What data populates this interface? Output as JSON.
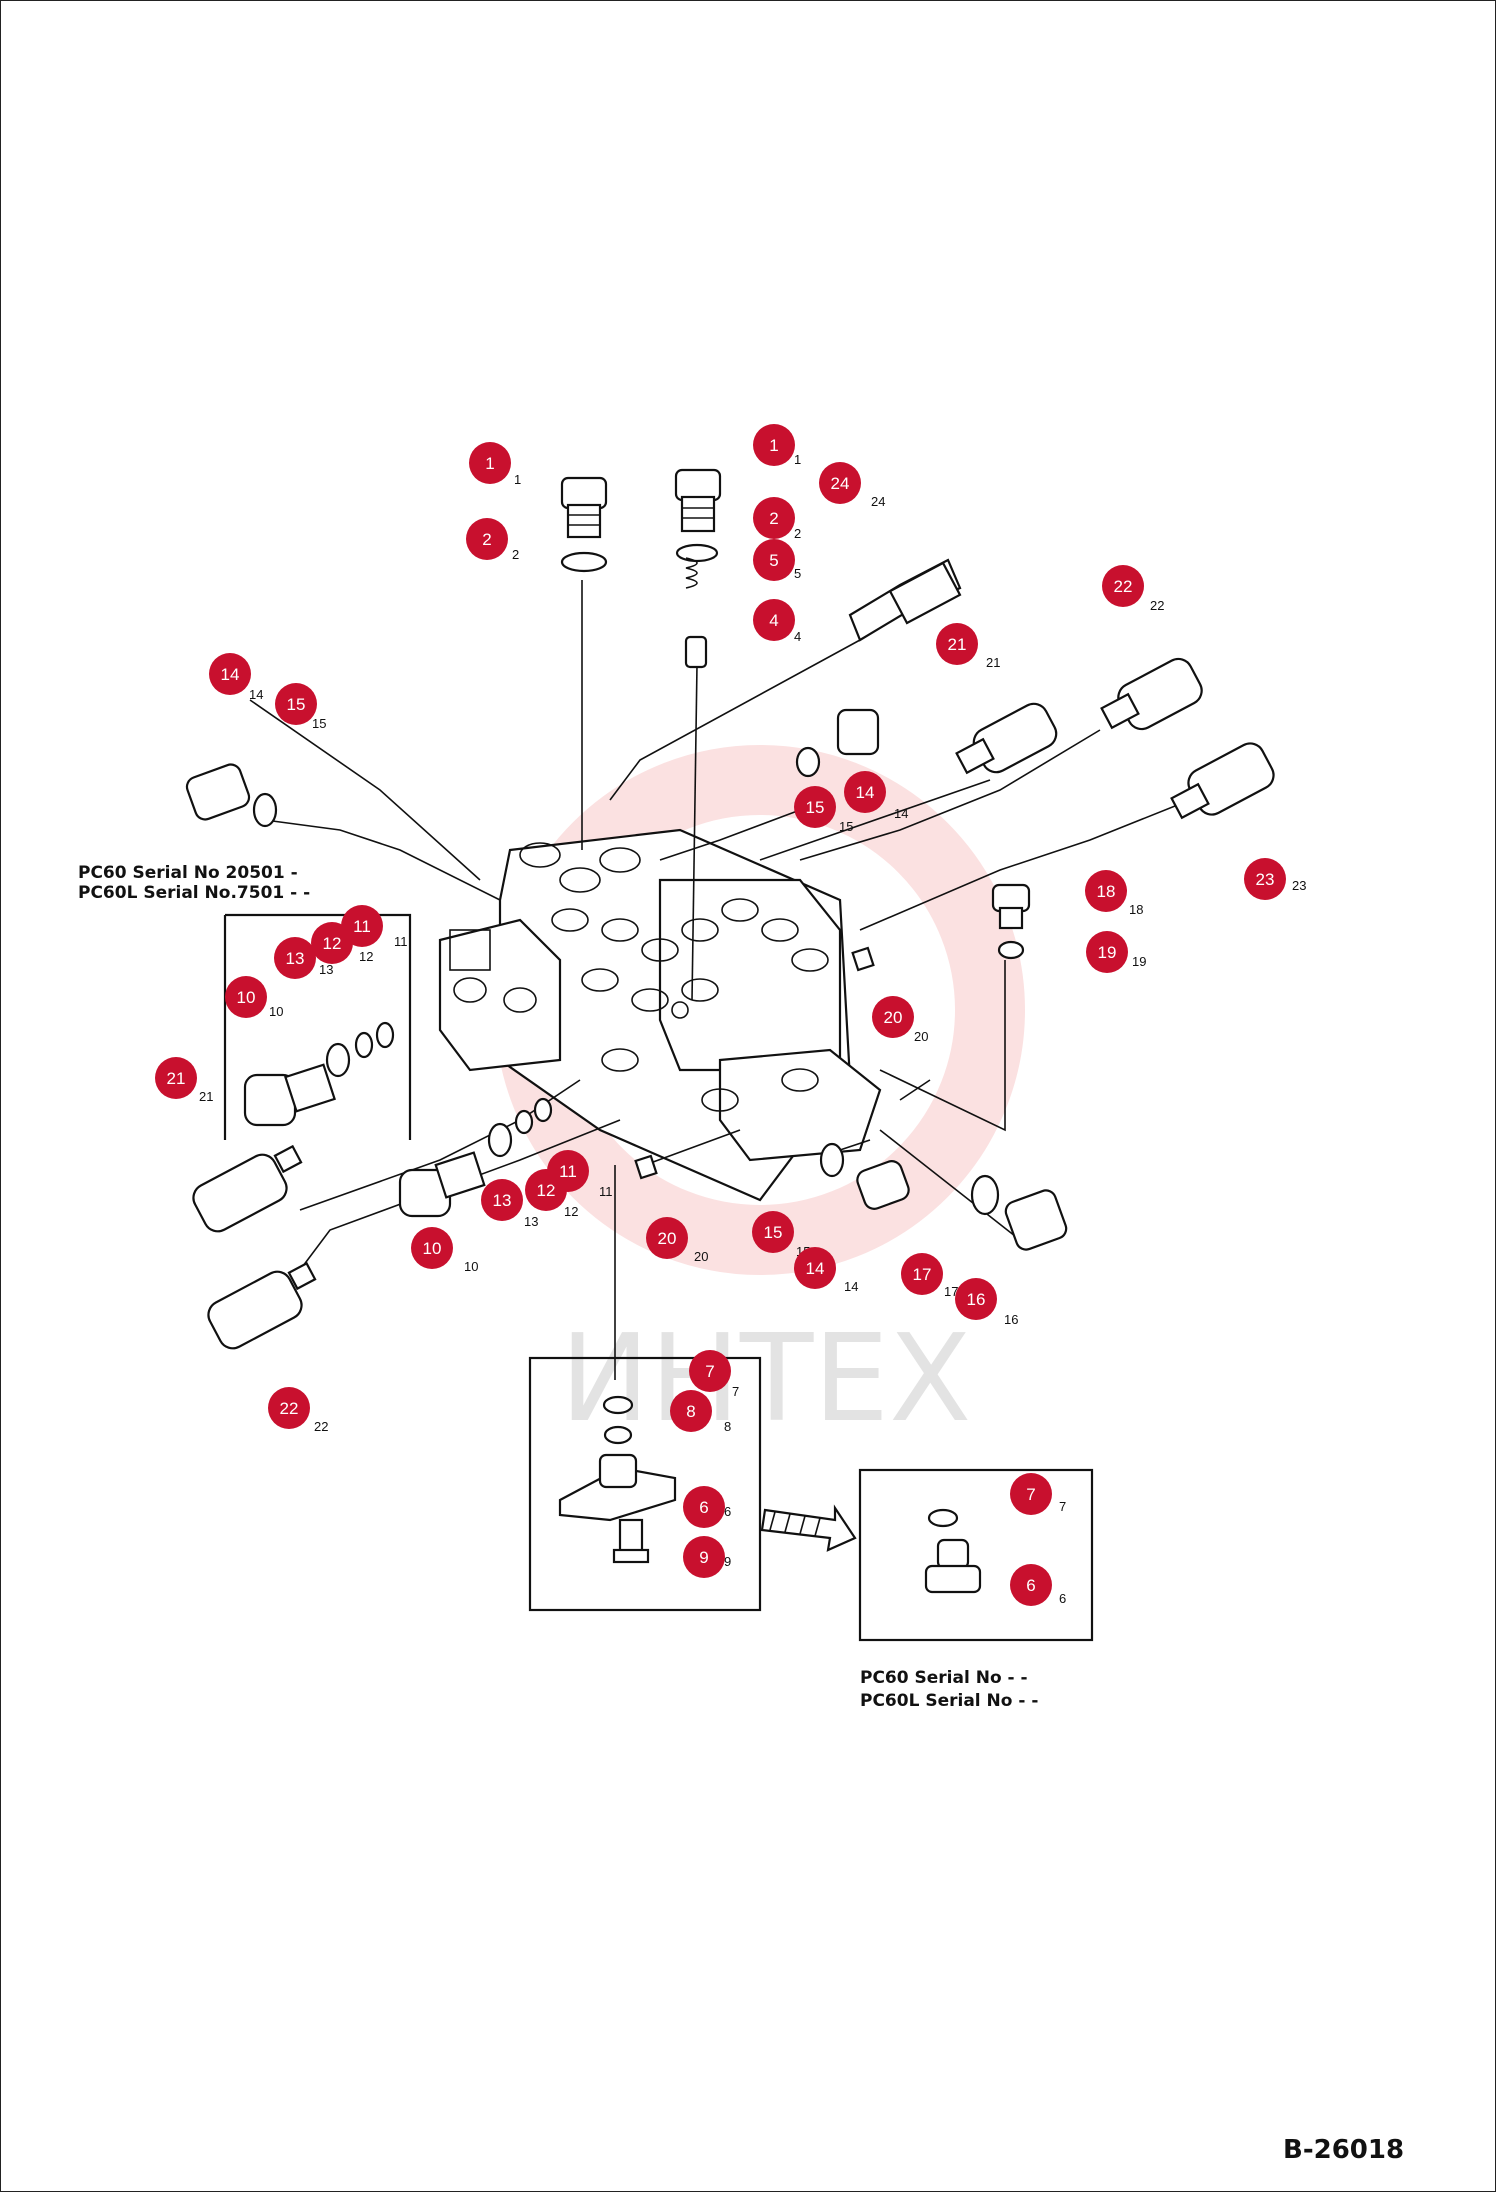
{
  "drawing_code": "B-26018",
  "watermark_text": "ИНТЕX",
  "serial_notes": {
    "top_left": {
      "line1": "PC60  Serial No 20501 -",
      "line2": "PC60L Serial No.7501 - -"
    },
    "bottom_right": {
      "line1": "PC60  Serial No  - -",
      "line2": "PC60L Serial No  - -"
    }
  },
  "callout_color": "#c8102e",
  "callouts": [
    {
      "label": "1",
      "mark": "1"
    },
    {
      "label": "1",
      "mark": "1"
    },
    {
      "label": "2",
      "mark": "2"
    },
    {
      "label": "2",
      "mark": "2"
    },
    {
      "label": "5",
      "mark": "5"
    },
    {
      "label": "4",
      "mark": "4"
    },
    {
      "label": "24",
      "mark": "24"
    },
    {
      "label": "22",
      "mark": "22"
    },
    {
      "label": "21",
      "mark": "21"
    },
    {
      "label": "14",
      "mark": "14"
    },
    {
      "label": "15",
      "mark": "15"
    },
    {
      "label": "14",
      "mark": "14"
    },
    {
      "label": "15",
      "mark": "15"
    },
    {
      "label": "23",
      "mark": "23"
    },
    {
      "label": "18",
      "mark": "18"
    },
    {
      "label": "19",
      "mark": "19"
    },
    {
      "label": "11",
      "mark": "11"
    },
    {
      "label": "12",
      "mark": "12"
    },
    {
      "label": "13",
      "mark": "13"
    },
    {
      "label": "10",
      "mark": "10"
    },
    {
      "label": "20",
      "mark": "20"
    },
    {
      "label": "21",
      "mark": "21"
    },
    {
      "label": "13",
      "mark": "13"
    },
    {
      "label": "12",
      "mark": "12"
    },
    {
      "label": "11",
      "mark": "11"
    },
    {
      "label": "10",
      "mark": "10"
    },
    {
      "label": "20",
      "mark": "20"
    },
    {
      "label": "15",
      "mark": "15"
    },
    {
      "label": "14",
      "mark": "14"
    },
    {
      "label": "17",
      "mark": "17"
    },
    {
      "label": "16",
      "mark": "16"
    },
    {
      "label": "22",
      "mark": "22"
    },
    {
      "label": "7",
      "mark": "7"
    },
    {
      "label": "8",
      "mark": "8"
    },
    {
      "label": "6",
      "mark": "6"
    },
    {
      "label": "9",
      "mark": "9"
    },
    {
      "label": "7",
      "mark": "7"
    },
    {
      "label": "6",
      "mark": "6"
    }
  ]
}
